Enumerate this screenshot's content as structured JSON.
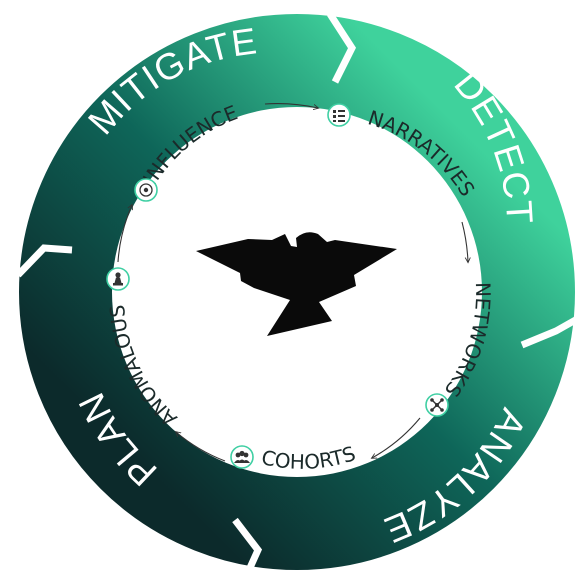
{
  "cycle": {
    "outer_stages": [
      "MITIGATE",
      "DETECT",
      "ANALYZE",
      "PLAN"
    ],
    "inner_steps": [
      "INFLUENCE",
      "NARRATIVES",
      "NETWORKS",
      "COHORTS",
      "ANOMALOUS"
    ],
    "icons": [
      "target-icon",
      "list-icon",
      "network-icon",
      "people-icon",
      "chess-pawn-icon",
      "eagle-logo"
    ]
  },
  "colors": {
    "dark": "#0c2c2c",
    "mid": "#0e6a5b",
    "light": "#3fd19a",
    "icon_ring": "#3fcfa3",
    "text_dark": "#1b2a2a"
  }
}
